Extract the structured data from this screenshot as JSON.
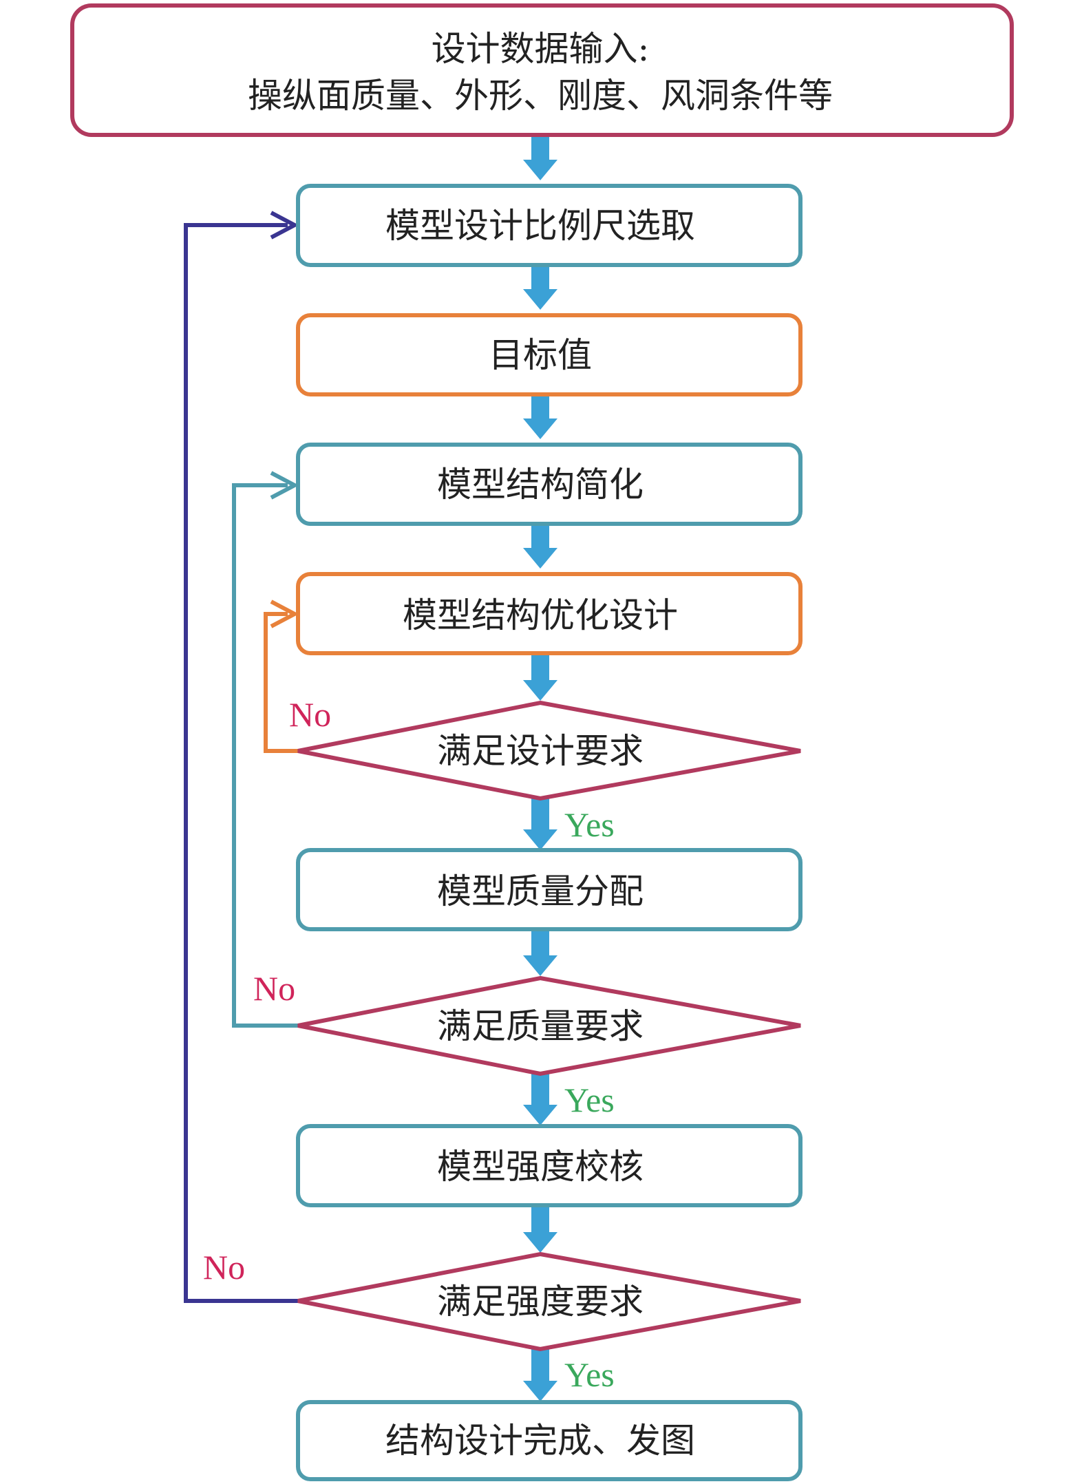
{
  "colors": {
    "crimson": "#b13a5e",
    "teal": "#4f9cad",
    "orange": "#e8813a",
    "blue_arrow": "#3ba1d6",
    "navy": "#3a3591",
    "green_label": "#3aa85c",
    "red_label": "#d0245a"
  },
  "nodes": {
    "input_line1": "设计数据输入:",
    "input_line2": "操纵面质量、外形、刚度、风洞条件等",
    "scale": "模型设计比例尺选取",
    "target": "目标值",
    "simplify": "模型结构简化",
    "optimize": "模型结构优化设计",
    "check_design": "满足设计要求",
    "mass_distribution": "模型质量分配",
    "check_mass": "满足质量要求",
    "strength_check": "模型强度校核",
    "check_strength": "满足强度要求",
    "finish": "结构设计完成、发图"
  },
  "labels": {
    "yes": "Yes",
    "no": "No"
  }
}
